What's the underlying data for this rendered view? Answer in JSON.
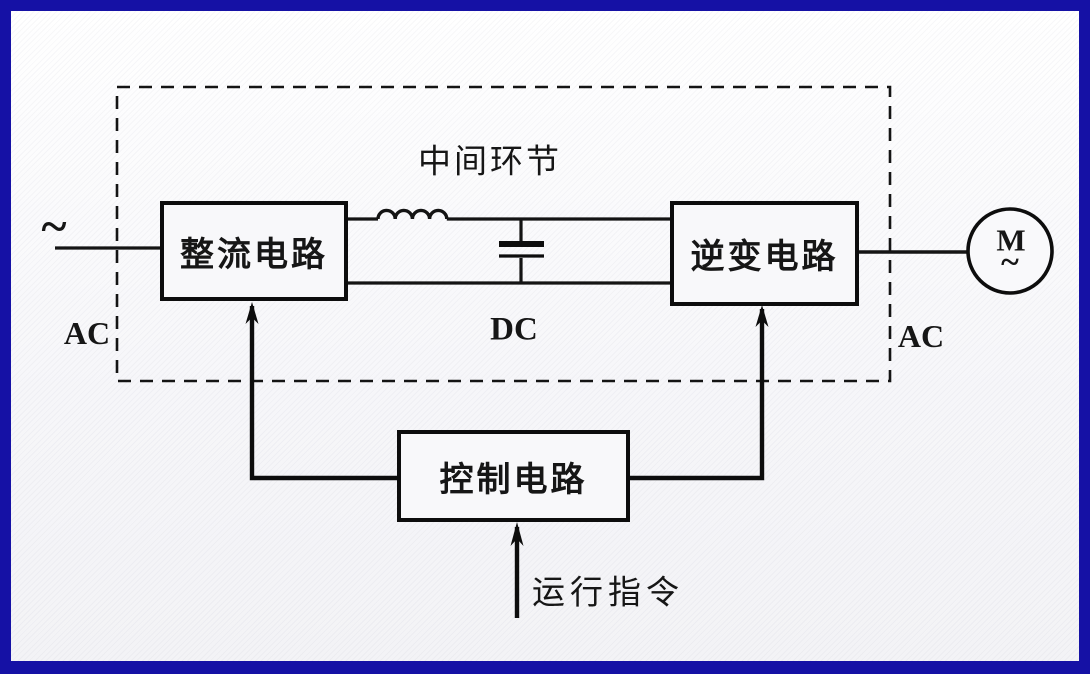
{
  "diagram": {
    "boundary_label": "中间环节",
    "blocks": {
      "rectifier": {
        "label": "整流电路"
      },
      "inverter": {
        "label": "逆变电路"
      },
      "control": {
        "label": "控制电路"
      }
    },
    "labels": {
      "ac_source_symbol": "~",
      "ac_left": "AC",
      "dc": "DC",
      "ac_right": "AC",
      "run_command": "运行指令"
    },
    "motor": {
      "letter": "M",
      "tilde": "~"
    },
    "colors": {
      "frame_blue": "#1511a5",
      "line_black": "#111111",
      "canvas_background": "#f9f9fb"
    }
  }
}
